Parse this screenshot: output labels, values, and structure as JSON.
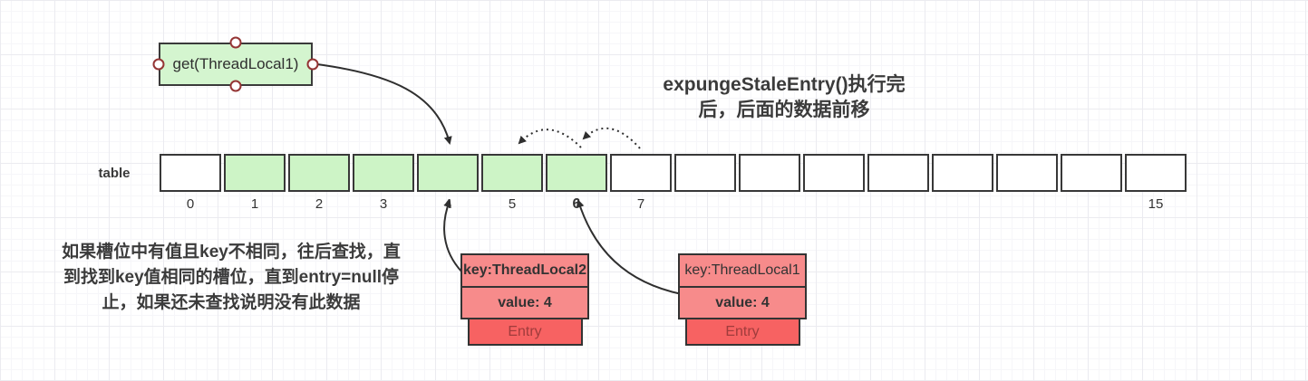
{
  "title": {
    "lines": [
      "expungeStaleEntry()执行完",
      "后，后面的数据前移"
    ]
  },
  "get_box": {
    "label": "get(ThreadLocal1)"
  },
  "table": {
    "label": "table",
    "slot_count": 16,
    "filled_slots": [
      1,
      2,
      3,
      4,
      5,
      6
    ],
    "index_labels": [
      "0",
      "1",
      "2",
      "3",
      "4",
      "5",
      "6",
      "7",
      "",
      "",
      "",
      "",
      "",
      "",
      "",
      "15"
    ],
    "highlighted_index": "6"
  },
  "entries": [
    {
      "key": "key:ThreadLocal2",
      "value": "value: 4",
      "label": "Entry",
      "points_to_slot": 4
    },
    {
      "key": "key:ThreadLocal1",
      "value": "value: 4",
      "label": "Entry",
      "points_to_slot": 6
    }
  ],
  "note": {
    "lines": [
      "如果槽位中有值且key不相同，往后查找，直",
      "到找到key值相同的槽位，直到entry=null停",
      "止，如果还未查找说明没有此数据"
    ]
  },
  "colors": {
    "shape_green": "#cdf4c6",
    "get_box_green": "#d4f5cf",
    "entry_salmon": "#f78b8b",
    "entry_red": "#f76262",
    "entry_label_text": "#a03c3c",
    "stroke_dark": "#383838",
    "handle_red": "#943434",
    "text_dark": "#3b3b3b"
  }
}
